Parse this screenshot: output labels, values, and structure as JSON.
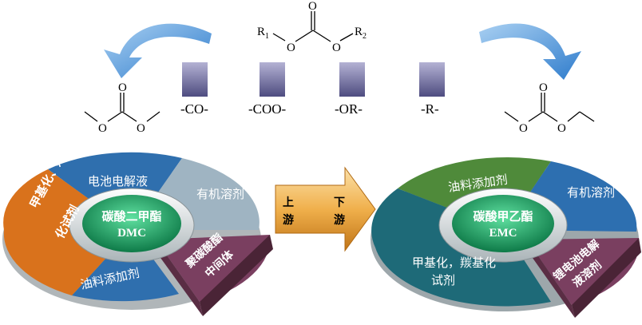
{
  "top_structure": {
    "r1": "R",
    "r1_sub": "1",
    "r2": "R",
    "r2_sub": "2",
    "o_top": "O",
    "o_left": "O",
    "o_right": "O"
  },
  "left_molecule": {
    "o_top": "O",
    "o_left": "O",
    "o_right": "O"
  },
  "right_molecule": {
    "o_top": "O",
    "o_left": "O",
    "o_right": "O"
  },
  "groups": [
    "-CO-",
    "-COO-",
    "-OR-",
    "-R-"
  ],
  "arrow": {
    "up_char1": "上",
    "up_char2": "游",
    "down_char1": "下",
    "down_char2": "游"
  },
  "left_disk": {
    "center_cn": "碳酸二甲酯",
    "center_en": "DMC",
    "seg_top": "电池电解液",
    "seg_right": "有机溶剂",
    "seg_left_line1": "甲基化、羰基",
    "seg_left_line2": "化试剂",
    "seg_bottom": "油料添加剂",
    "seg_pop_line1": "聚碳酸酯",
    "seg_pop_line2": "中间体"
  },
  "right_disk": {
    "center_cn": "碳酸甲乙酯",
    "center_en": "EMC",
    "seg_top": "油料添加剂",
    "seg_right": "有机溶剂",
    "seg_left_line1": "甲基化，羰基化",
    "seg_left_line2": "试剂",
    "seg_pop_line1": "锂电池电解",
    "seg_pop_line2": "液溶剂"
  },
  "colors": {
    "blue_arrow": "#4a90d9",
    "square": "#7a78a8",
    "seg_blue": "#2d6fb0",
    "seg_gray": "#8fa8b8",
    "seg_orange": "#d9721c",
    "seg_purple": "#7a3f60",
    "seg_green": "#4f8a3a",
    "seg_teal": "#1e6a78",
    "center_green": "#1aa86a",
    "flow_arrow": "#e9a23b"
  }
}
